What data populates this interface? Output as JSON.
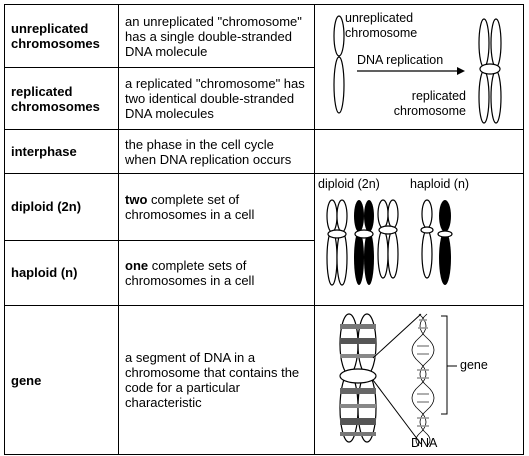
{
  "rows": [
    {
      "term": "unreplicated chromosomes",
      "definition": "an unreplicated \"chromosome\" has a single double-stranded DNA molecule"
    },
    {
      "term": "replicated chromosomes",
      "definition": "a replicated \"chromosome\" has two identical double-stranded DNA molecules"
    },
    {
      "term": "interphase",
      "definition": "the phase in the cell cycle when DNA replication occurs"
    },
    {
      "term": "diploid (2n)",
      "definition_bold": "two",
      "definition_rest": " complete set of chromosomes in a cell"
    },
    {
      "term": "haploid (n)",
      "definition_bold": "one",
      "definition_rest": " complete sets of chromosomes in a cell"
    },
    {
      "term": "gene",
      "definition": "a segment of DNA in a chromosome that contains the code for a particular characteristic"
    }
  ],
  "figure1": {
    "label_unreplicated": "unreplicated chromosome",
    "label_arrow": "DNA replication",
    "label_replicated": "replicated chromosome"
  },
  "figure2": {
    "label_diploid": "diploid (2n)",
    "label_haploid": "haploid (n)"
  },
  "figure3": {
    "label_gene": "gene",
    "label_dna": "DNA"
  }
}
